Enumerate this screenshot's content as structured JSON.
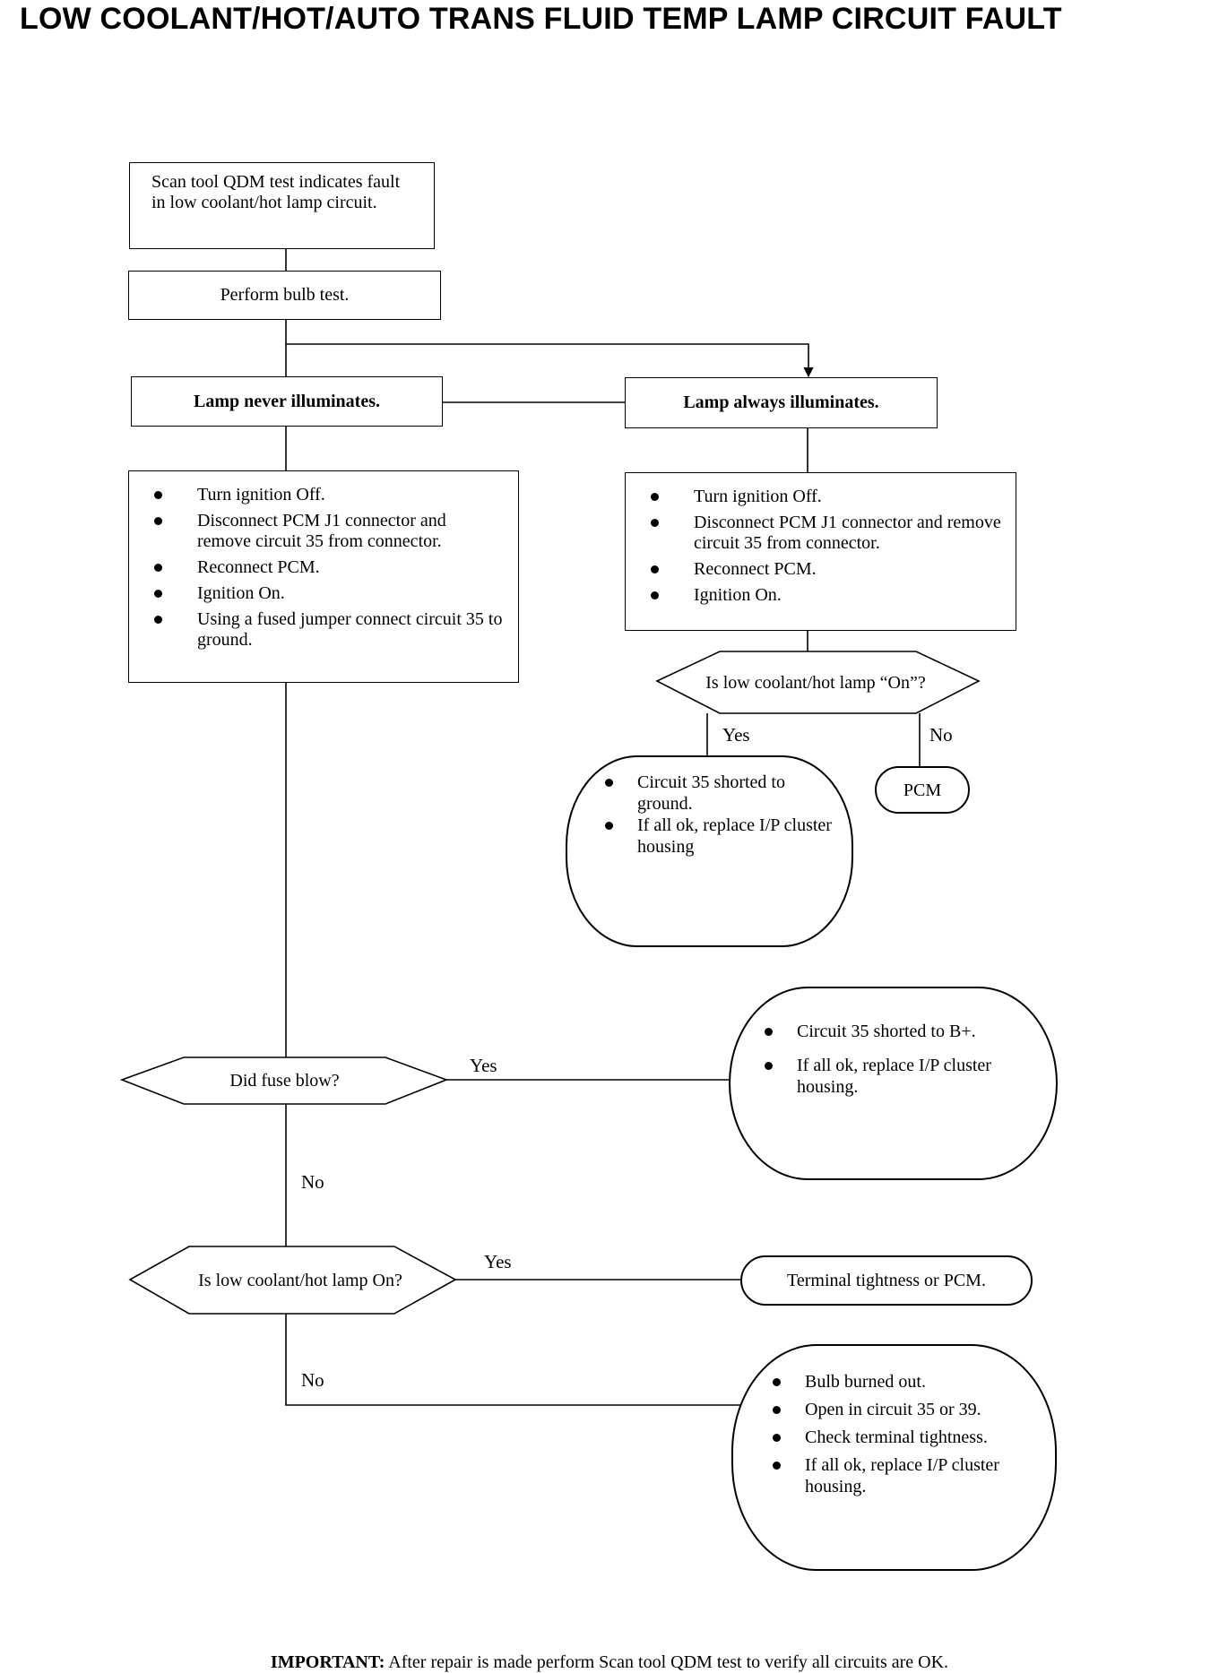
{
  "title": "LOW COOLANT/HOT/AUTO TRANS FLUID TEMP LAMP CIRCUIT FAULT",
  "start_box": "Scan tool QDM test indicates fault in low coolant/hot lamp circuit.",
  "bulb_test": "Perform bulb test.",
  "never_box": "Lamp never illuminates.",
  "always_box": "Lamp always illuminates.",
  "never_steps": [
    "Turn ignition Off.",
    "Disconnect PCM J1 connector and remove circuit 35 from connector.",
    "Reconnect PCM.",
    "Ignition On.",
    "Using a fused jumper connect circuit 35 to ground."
  ],
  "always_steps": [
    "Turn ignition Off.",
    "Disconnect PCM J1 connector and remove circuit 35 from connector.",
    "Reconnect PCM.",
    "Ignition On."
  ],
  "decision_lamp_on_quote": "Is low coolant/hot lamp “On”?",
  "decision_fuse": "Did fuse blow?",
  "decision_lamp_on": "Is low coolant/hot lamp On?",
  "labels": {
    "yes": "Yes",
    "no": "No"
  },
  "result_shorted_ground": [
    "Circuit 35 shorted to ground.",
    "If all ok, replace I/P cluster housing"
  ],
  "result_pcm": "PCM",
  "result_shorted_b": [
    "Circuit 35 shorted to B+.",
    "If all ok, replace I/P cluster housing."
  ],
  "result_terminal": "Terminal tightness or PCM.",
  "result_bulb": [
    "Bulb burned out.",
    "Open in circuit 35 or 39.",
    "Check terminal tightness.",
    "If all ok, replace I/P cluster housing."
  ],
  "important_label": "IMPORTANT:",
  "important_text": "After repair is made perform Scan tool QDM test to verify all circuits are OK."
}
